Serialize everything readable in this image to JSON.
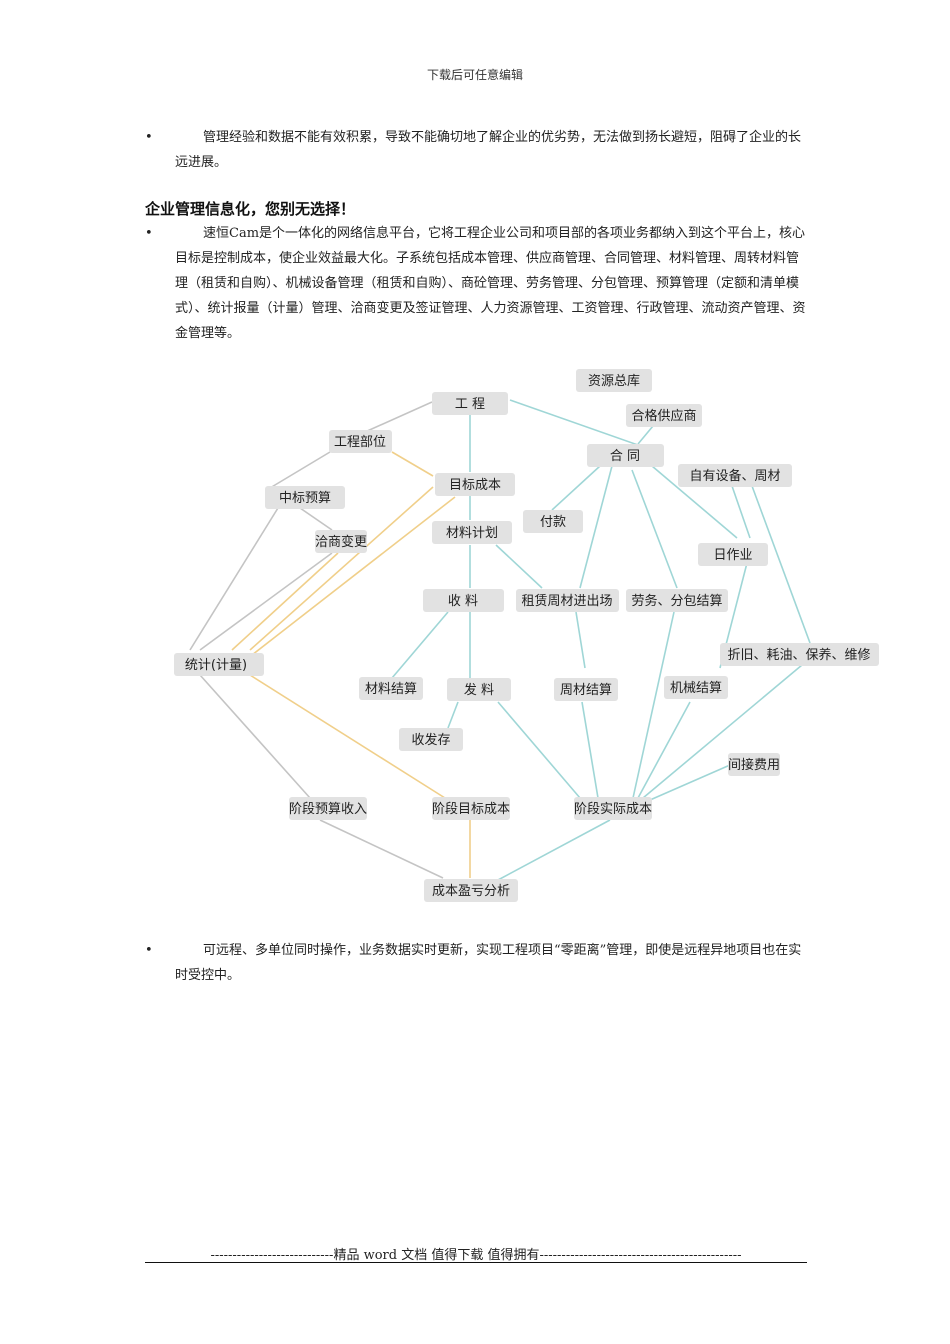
{
  "header": {
    "note": "下载后可任意编辑"
  },
  "bullets": [
    {
      "text": "管理经验和数据不能有效积累，导致不能确切地了解企业的优劣势，无法做到扬长避短，阻碍了企业的长远进展。"
    },
    {
      "text": "速恒Cam是个一体化的网络信息平台，它将工程企业公司和项目部的各项业务都纳入到这个平台上，核心目标是控制成本，使企业效益最大化。子系统包括成本管理、供应商管理、合同管理、材料管理、周转材料管理（租赁和自购）、机械设备管理（租赁和自购）、商砼管理、劳务管理、分包管理、预算管理（定额和清单模式）、统计报量（计量）管理、洽商变更及签证管理、人力资源管理、工资管理、行政管理、流动资产管理、资金管理等。"
    },
    {
      "text": "可远程、多单位同时操作，业务数据实时更新，实现工程项目“零距离”管理，即使是远程异地项目也在实时受控中。"
    }
  ],
  "section": {
    "title": "企业管理信息化，您别无选择！"
  },
  "diagram": {
    "colors": {
      "gray": "#c4c4c4",
      "orange": "#f0cf8a",
      "teal": "#9fd6d6",
      "node_bg": "#e2e2e2"
    },
    "nodes": {
      "gongcheng": "工 程",
      "ziyuanzongku": "资源总库",
      "hegegongyingshang": "合格供应商",
      "gongchengbuwei": "工程部位",
      "hetong": "合 同",
      "mubiaochengben": "目标成本",
      "ziyoushebei": "自有设备、周材",
      "zhongbiaoyusuan": "中标预算",
      "fukuan": "付款",
      "qiashangbiangeng": "洽商变更",
      "cailiaojihua": "材料计划",
      "rizuoye": "日作业",
      "shouliao": "收 料",
      "zulinzhoucai": "租赁周材进出场",
      "laowufenbao": "劳务、分包结算",
      "tongji": "统计(计量)",
      "zhejiu": "折旧、耗油、保养、维修",
      "cailiaojiesuan": "材料结算",
      "faliao": "发 料",
      "zhoucaijiesuan": "周材结算",
      "jixiejiesuan": "机械结算",
      "shoufacun": "收发存",
      "jianjiefeiyong": "间接费用",
      "jieduanyusuan": "阶段预算收入",
      "jieduanmubiao": "阶段目标成本",
      "jieduanshiji": "阶段实际成本",
      "chengbenyingkui": "成本盈亏分析"
    }
  },
  "footer": {
    "text": "----------------------------精品 word 文档 值得下载 值得拥有----------------------------------------------"
  }
}
